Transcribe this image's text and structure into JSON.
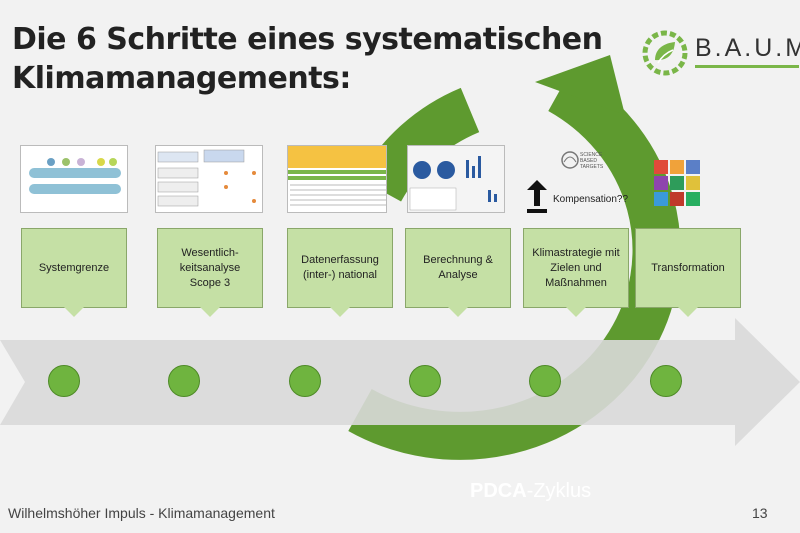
{
  "title": {
    "line1": "Die 6 Schritte eines systematischen",
    "line2": "Klimamanagements:"
  },
  "logo": {
    "text": "B.A.U.M.",
    "accent": "#7ab648"
  },
  "steps": [
    {
      "label": "Systemgrenze"
    },
    {
      "label": "Wesentlich-\nkeitsanalyse\nScope 3"
    },
    {
      "label": "Datenerfassung\n(inter-) national"
    },
    {
      "label": "Berechnung &\nAnalyse"
    },
    {
      "label": "Klimastrategie mit\nZielen und\nMaßnahmen"
    },
    {
      "label": "Transformation"
    }
  ],
  "kompensation": "Kompensation??",
  "sbt_label": "SCIENCE BASED TARGETS",
  "cycle": {
    "bold": "PDCA",
    "rest": "-Zyklus",
    "color": "#5e9a2f"
  },
  "footer": "Wilhelmshöher Impuls - Klimamanagement",
  "page_number": "13"
}
